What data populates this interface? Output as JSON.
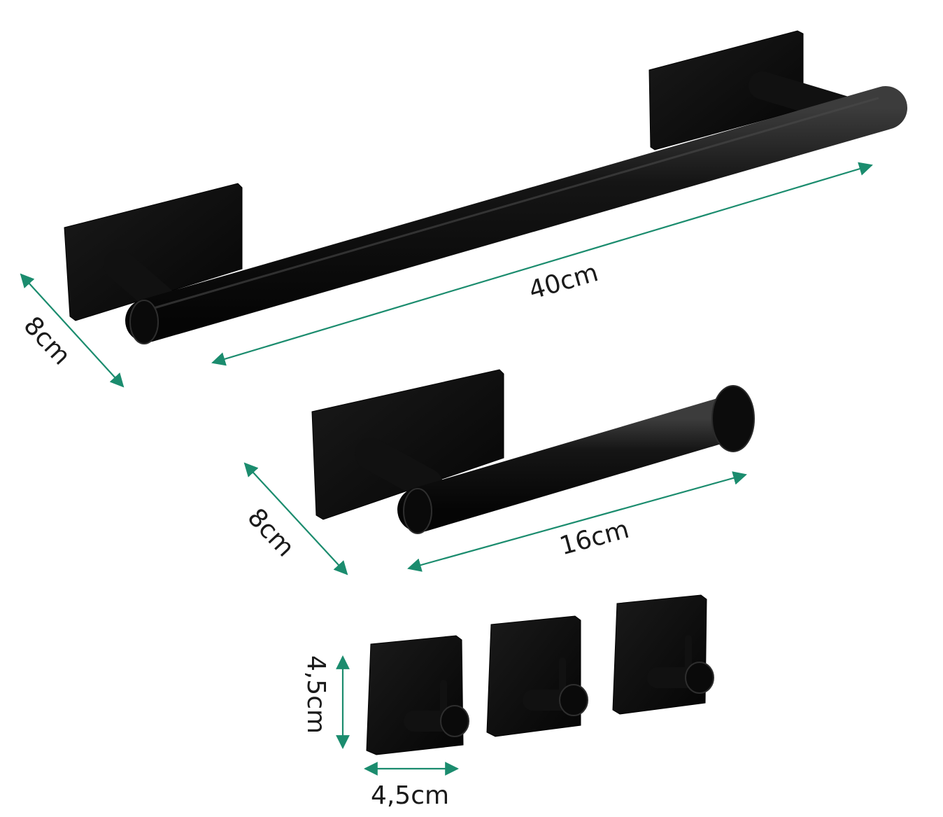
{
  "colors": {
    "accent": "#1b8c6e",
    "product": "#0c0c0c",
    "product_highlight": "#3a3a3a",
    "background": "#ffffff"
  },
  "towel_bar": {
    "length_label": "40cm",
    "depth_label": "8cm"
  },
  "paper_holder": {
    "length_label": "16cm",
    "depth_label": "8cm"
  },
  "hooks": {
    "count": 3,
    "height_label": "4,5cm",
    "width_label": "4,5cm"
  }
}
